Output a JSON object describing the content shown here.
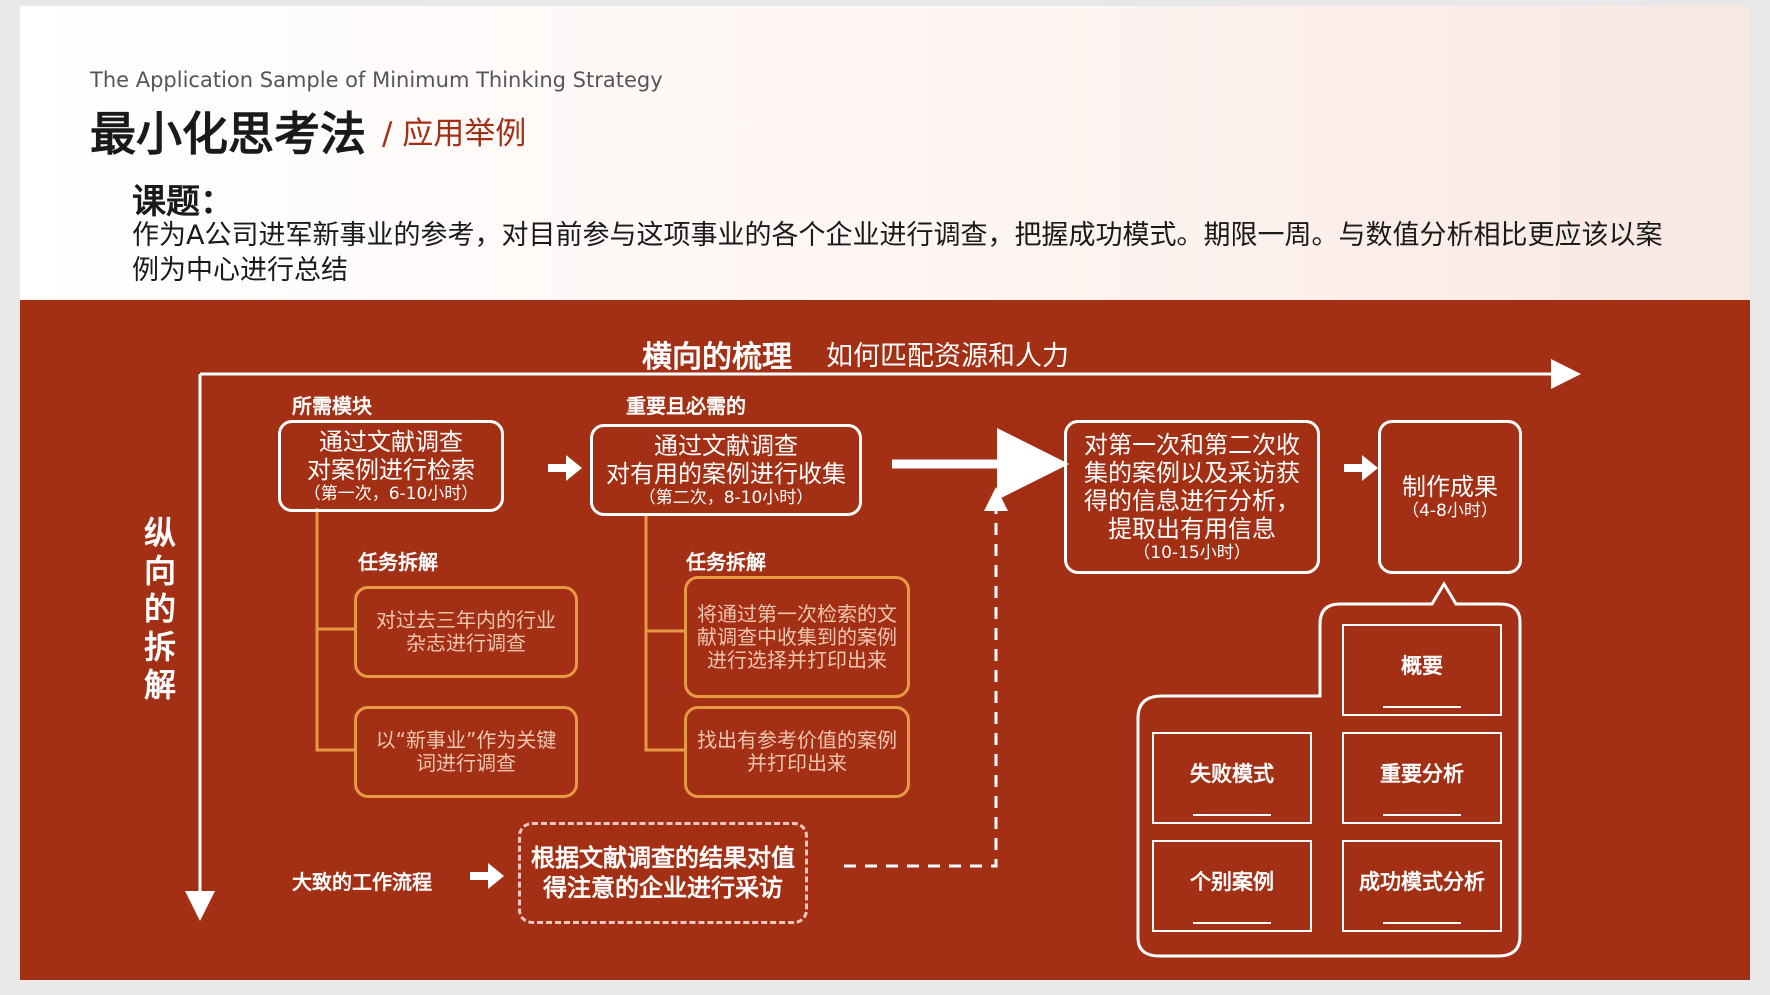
{
  "header": {
    "english_title": "The Application Sample  of  Minimum Thinking Strategy",
    "title": "最小化思考法",
    "subtitle": "/ 应用举例",
    "topic_label": "课题：",
    "topic_text": "作为A公司进军新事业的参考，对目前参与这项事业的各个企业进行调查，把握成功模式。期限一周。与数值分析相比更应该以案例为中心进行总结"
  },
  "diagram": {
    "horizontal_axis": {
      "title": "横向的梳理",
      "subtitle": "如何匹配资源和人力"
    },
    "vertical_axis": {
      "title": "纵向的拆解"
    },
    "step1": {
      "label": "所需模块",
      "line1": "通过文献调查",
      "line2": "对案例进行检索",
      "line3": "（第一次，6-10小时）",
      "task_label": "任务拆解",
      "tasks": [
        "对过去三年内的行业杂志进行调查",
        "以“新事业”作为关键词进行调查"
      ]
    },
    "step2": {
      "label": "重要且必需的",
      "line1": "通过文献调查",
      "line2": "对有用的案例进行收集",
      "line3": "（第二次，8-10小时）",
      "task_label": "任务拆解",
      "tasks": [
        "将通过第一次检索的文献调查中收集到的案例进行选择并打印出来",
        "找出有参考价值的案例并打印出来"
      ]
    },
    "step3": {
      "line1": "对第一次和第二次收集的案例以及采访获得的信息进行分析，提取出有用信息",
      "line2": "（10-15小时）"
    },
    "step4": {
      "line1": "制作成果",
      "line2": "（4-8小时）"
    },
    "workflow": {
      "label": "大致的工作流程",
      "box": "根据文献调查的结果对值得注意的企业进行采访"
    },
    "output_sections": [
      "概要",
      "失败模式",
      "重要分析",
      "个别案例",
      "成功模式分析"
    ],
    "colors": {
      "band": "#a32f14",
      "orange": "#e79a44",
      "accent": "#a32f14"
    }
  }
}
